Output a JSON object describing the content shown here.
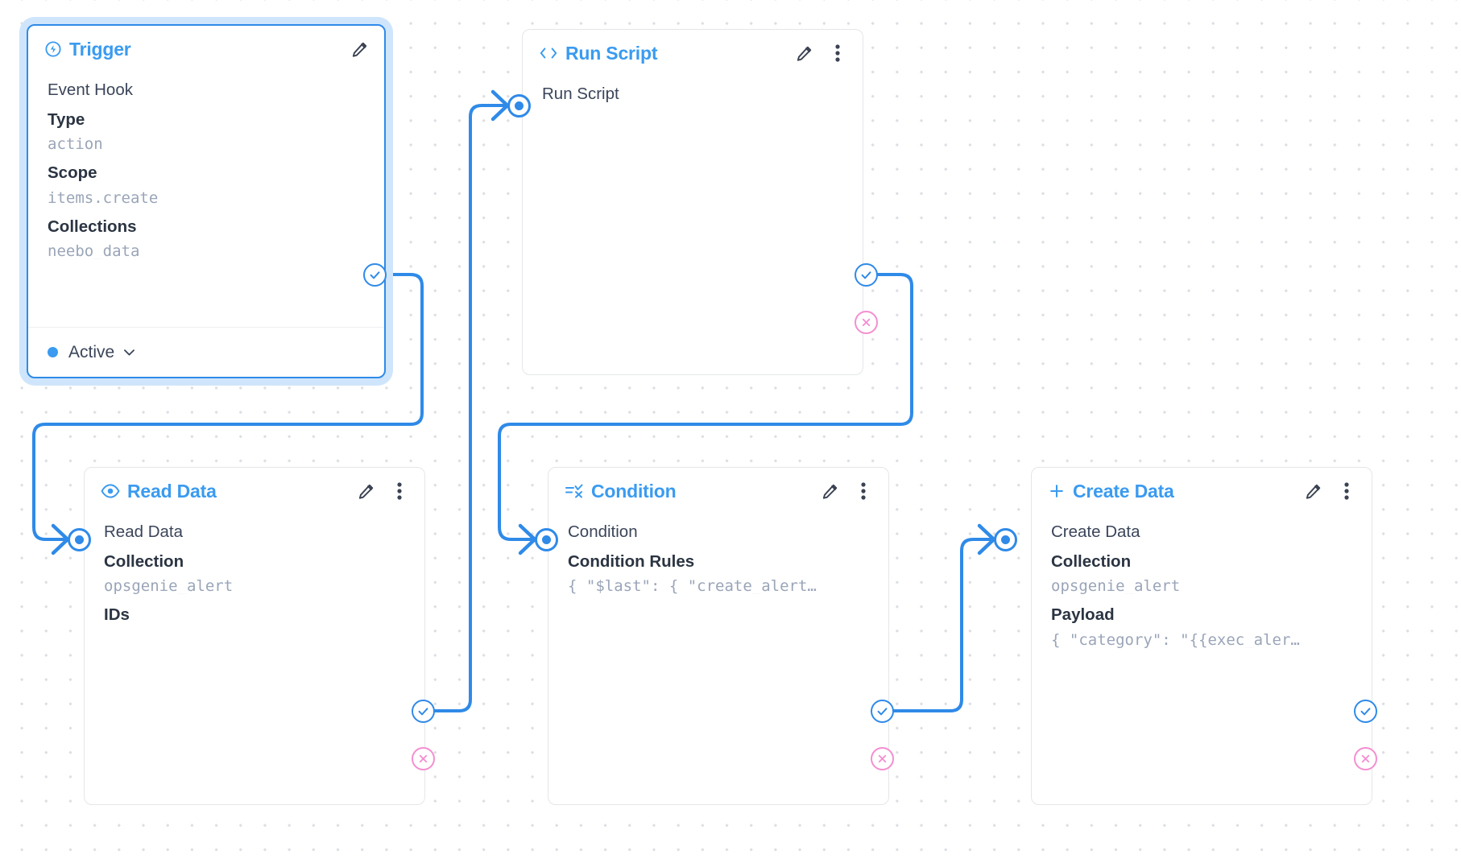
{
  "canvas": {
    "background": "#ffffff",
    "grid_dot_color": "#dcdfe3",
    "accent_blue": "#3a9bf0",
    "edge_blue": "#2f8ae8",
    "reject_pink": "#f48fd0",
    "value_gray": "#9aa5b8"
  },
  "nodes": [
    {
      "key": "trigger",
      "title": "Trigger",
      "icon": "bolt-circle-icon",
      "selected": true,
      "row_name": "Event Hook",
      "fields": [
        {
          "label": "Type",
          "value": "action"
        },
        {
          "label": "Scope",
          "value": "items.create"
        },
        {
          "label": "Collections",
          "value": "neebo_data"
        }
      ],
      "footer": {
        "status": "Active",
        "chevron": "chevron-down-icon"
      },
      "actions": [
        "pencil-icon"
      ],
      "ports": {
        "input": false,
        "success": true,
        "reject": false
      }
    },
    {
      "key": "run_script",
      "title": "Run Script",
      "icon": "code-brackets-icon",
      "selected": false,
      "row_name": "Run Script",
      "fields": [],
      "actions": [
        "pencil-icon",
        "vertical-dots-icon"
      ],
      "ports": {
        "input": true,
        "success": true,
        "reject": true
      }
    },
    {
      "key": "read_data",
      "title": "Read Data",
      "icon": "eye-icon",
      "selected": false,
      "row_name": "Read Data",
      "fields": [
        {
          "label": "Collection",
          "value": "opsgenie_alert"
        },
        {
          "label": "IDs",
          "value": ""
        }
      ],
      "actions": [
        "pencil-icon",
        "vertical-dots-icon"
      ],
      "ports": {
        "input": true,
        "success": true,
        "reject": true
      }
    },
    {
      "key": "condition",
      "title": "Condition",
      "icon": "condition-icon",
      "selected": false,
      "row_name": "Condition",
      "fields": [
        {
          "label": "Condition Rules",
          "value": "{ \"$last\": { \"create_alert…"
        }
      ],
      "actions": [
        "pencil-icon",
        "vertical-dots-icon"
      ],
      "ports": {
        "input": true,
        "success": true,
        "reject": true
      }
    },
    {
      "key": "create_data",
      "title": "Create Data",
      "icon": "plus-icon",
      "selected": false,
      "row_name": "Create Data",
      "fields": [
        {
          "label": "Collection",
          "value": "opsgenie_alert"
        },
        {
          "label": "Payload",
          "value": "{ \"category\": \"{{exec_aler…"
        }
      ],
      "actions": [
        "pencil-icon",
        "vertical-dots-icon"
      ],
      "ports": {
        "input": true,
        "success": true,
        "reject": true
      }
    }
  ],
  "edges": [
    {
      "from": "trigger.success",
      "to": "read_data.input"
    },
    {
      "from": "read_data.success",
      "to": "run_script.input"
    },
    {
      "from": "run_script.success",
      "to": "condition.input"
    },
    {
      "from": "condition.success",
      "to": "create_data.input"
    }
  ]
}
